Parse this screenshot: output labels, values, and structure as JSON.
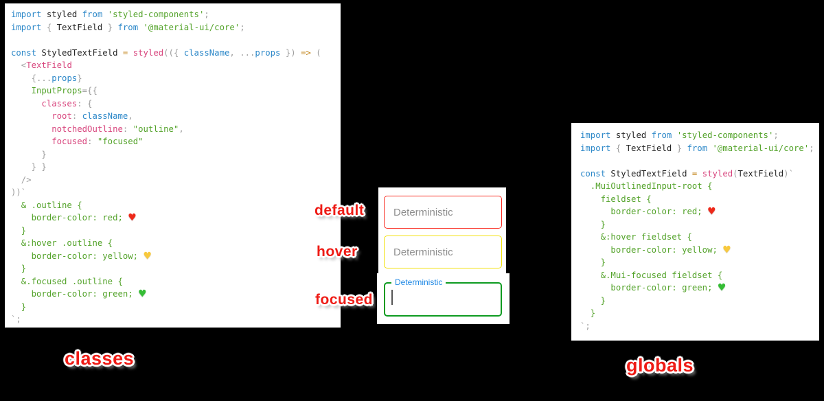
{
  "colors": {
    "background": "#000000",
    "panel_bg": "#ffffff",
    "label_red": "#ee1b15",
    "default_border": "#f92c21",
    "hover_border": "#f3e10a",
    "focused_border": "#0d9b20",
    "focused_label_blue": "#1e88e5",
    "syntax_keyword_blue": "#2b87c8",
    "syntax_pink": "#d8467e",
    "syntax_green": "#54a32b",
    "syntax_gray": "#9e9e9e",
    "syntax_orange": "#c3861d"
  },
  "labels": {
    "default": "default",
    "hover": "hover",
    "focused": "focused",
    "classes": "classes",
    "globals": "globals"
  },
  "demo": {
    "default_field": {
      "placeholder": "Deterministic",
      "border_color": "red"
    },
    "hover_field": {
      "placeholder": "Deterministic",
      "border_color": "yellow"
    },
    "focused_field": {
      "label": "Deterministic",
      "border_color": "green"
    }
  },
  "left_code": {
    "lines": [
      [
        {
          "c": "b",
          "t": "import"
        },
        {
          "c": "k",
          "t": " styled "
        },
        {
          "c": "b",
          "t": "from"
        },
        {
          "c": "k",
          "t": " "
        },
        {
          "c": "g",
          "t": "'styled-components'"
        },
        {
          "c": "y",
          "t": ";"
        }
      ],
      [
        {
          "c": "b",
          "t": "import"
        },
        {
          "c": "y",
          "t": " { "
        },
        {
          "c": "k",
          "t": "TextField"
        },
        {
          "c": "y",
          "t": " } "
        },
        {
          "c": "b",
          "t": "from"
        },
        {
          "c": "k",
          "t": " "
        },
        {
          "c": "g",
          "t": "'@material-ui/core'"
        },
        {
          "c": "y",
          "t": ";"
        }
      ],
      [],
      [
        {
          "c": "b",
          "t": "const"
        },
        {
          "c": "k",
          "t": " StyledTextField "
        },
        {
          "c": "o",
          "t": "="
        },
        {
          "c": "k",
          "t": " "
        },
        {
          "c": "p",
          "t": "styled"
        },
        {
          "c": "y",
          "t": "(({ "
        },
        {
          "c": "b",
          "t": "className"
        },
        {
          "c": "y",
          "t": ", ..."
        },
        {
          "c": "b",
          "t": "props"
        },
        {
          "c": "y",
          "t": " }) "
        },
        {
          "c": "o",
          "t": "=>"
        },
        {
          "c": "y",
          "t": " ("
        }
      ],
      [
        {
          "c": "y",
          "t": "  <"
        },
        {
          "c": "p",
          "t": "TextField"
        }
      ],
      [
        {
          "c": "y",
          "t": "    {..."
        },
        {
          "c": "b",
          "t": "props"
        },
        {
          "c": "y",
          "t": "}"
        }
      ],
      [
        {
          "c": "g",
          "t": "    InputProps"
        },
        {
          "c": "y",
          "t": "={{"
        }
      ],
      [
        {
          "c": "p",
          "t": "      classes"
        },
        {
          "c": "y",
          "t": ": {"
        }
      ],
      [
        {
          "c": "p",
          "t": "        root"
        },
        {
          "c": "y",
          "t": ": "
        },
        {
          "c": "b",
          "t": "className"
        },
        {
          "c": "y",
          "t": ","
        }
      ],
      [
        {
          "c": "p",
          "t": "        notchedOutline"
        },
        {
          "c": "y",
          "t": ": "
        },
        {
          "c": "g",
          "t": "\"outline\""
        },
        {
          "c": "y",
          "t": ","
        }
      ],
      [
        {
          "c": "p",
          "t": "        focused"
        },
        {
          "c": "y",
          "t": ": "
        },
        {
          "c": "g",
          "t": "\"focused\""
        }
      ],
      [
        {
          "c": "y",
          "t": "      }"
        }
      ],
      [
        {
          "c": "y",
          "t": "    } }"
        }
      ],
      [
        {
          "c": "y",
          "t": "  />"
        }
      ],
      [
        {
          "c": "y",
          "t": "))`"
        }
      ],
      [
        {
          "c": "g",
          "t": "  & .outline {"
        }
      ],
      [
        {
          "c": "g",
          "t": "    border-color: red; "
        },
        {
          "c": "hr",
          "t": "♥"
        }
      ],
      [
        {
          "c": "g",
          "t": "  }"
        }
      ],
      [
        {
          "c": "g",
          "t": "  &:hover .outline {"
        }
      ],
      [
        {
          "c": "g",
          "t": "    border-color: yellow; "
        },
        {
          "c": "hy",
          "t": "♥"
        }
      ],
      [
        {
          "c": "g",
          "t": "  }"
        }
      ],
      [
        {
          "c": "g",
          "t": "  &.focused .outline {"
        }
      ],
      [
        {
          "c": "g",
          "t": "    border-color: green; "
        },
        {
          "c": "hg",
          "t": "♥"
        }
      ],
      [
        {
          "c": "g",
          "t": "  }"
        }
      ],
      [
        {
          "c": "y",
          "t": "`;"
        }
      ]
    ]
  },
  "right_code": {
    "lines": [
      [
        {
          "c": "b",
          "t": "import"
        },
        {
          "c": "k",
          "t": " styled "
        },
        {
          "c": "b",
          "t": "from"
        },
        {
          "c": "k",
          "t": " "
        },
        {
          "c": "g",
          "t": "'styled-components'"
        },
        {
          "c": "y",
          "t": ";"
        }
      ],
      [
        {
          "c": "b",
          "t": "import"
        },
        {
          "c": "y",
          "t": " { "
        },
        {
          "c": "k",
          "t": "TextField"
        },
        {
          "c": "y",
          "t": " } "
        },
        {
          "c": "b",
          "t": "from"
        },
        {
          "c": "k",
          "t": " "
        },
        {
          "c": "g",
          "t": "'@material-ui/core'"
        },
        {
          "c": "y",
          "t": ";"
        }
      ],
      [],
      [
        {
          "c": "b",
          "t": "const"
        },
        {
          "c": "k",
          "t": " StyledTextField "
        },
        {
          "c": "o",
          "t": "="
        },
        {
          "c": "k",
          "t": " "
        },
        {
          "c": "p",
          "t": "styled"
        },
        {
          "c": "y",
          "t": "("
        },
        {
          "c": "k",
          "t": "TextField"
        },
        {
          "c": "y",
          "t": ")`"
        }
      ],
      [
        {
          "c": "g",
          "t": "  .MuiOutlinedInput-root {"
        }
      ],
      [
        {
          "c": "g",
          "t": "    fieldset {"
        }
      ],
      [
        {
          "c": "g",
          "t": "      border-color: red; "
        },
        {
          "c": "hr",
          "t": "♥"
        }
      ],
      [
        {
          "c": "g",
          "t": "    }"
        }
      ],
      [
        {
          "c": "g",
          "t": "    &:hover fieldset {"
        }
      ],
      [
        {
          "c": "g",
          "t": "      border-color: yellow; "
        },
        {
          "c": "hy",
          "t": "♥"
        }
      ],
      [
        {
          "c": "g",
          "t": "    }"
        }
      ],
      [
        {
          "c": "g",
          "t": "    &.Mui-focused fieldset {"
        }
      ],
      [
        {
          "c": "g",
          "t": "      border-color: green; "
        },
        {
          "c": "hg",
          "t": "♥"
        }
      ],
      [
        {
          "c": "g",
          "t": "    }"
        }
      ],
      [
        {
          "c": "g",
          "t": "  }"
        }
      ],
      [
        {
          "c": "y",
          "t": "`;"
        }
      ]
    ]
  }
}
